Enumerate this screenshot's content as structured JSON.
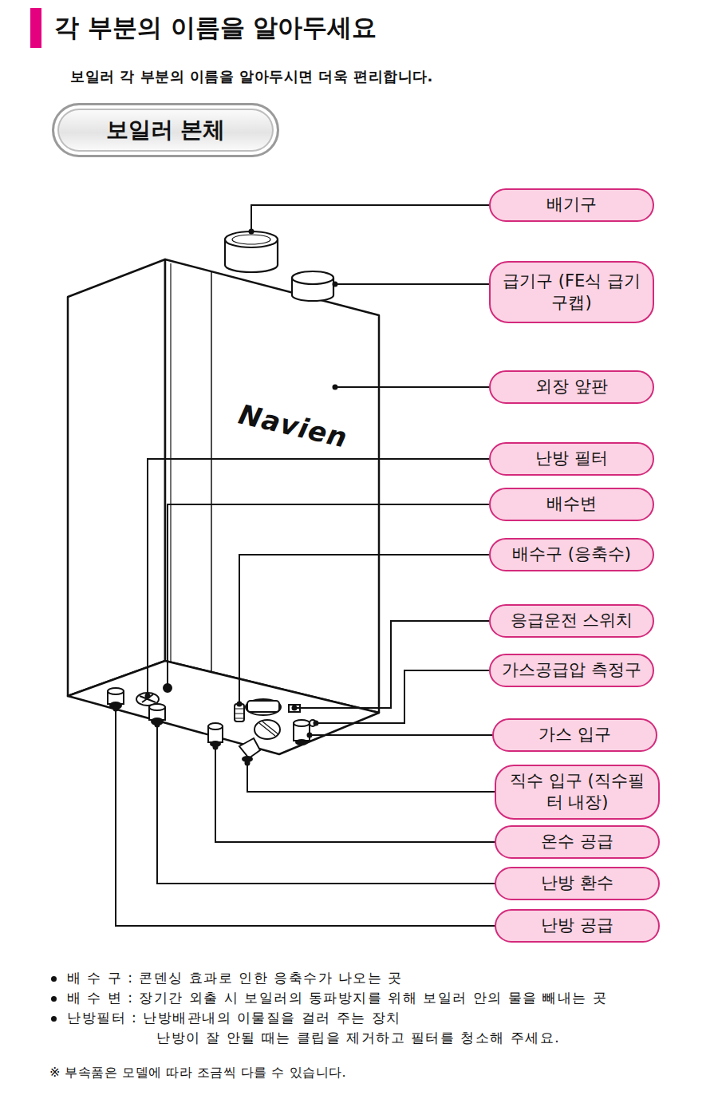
{
  "diagram": {
    "title": "각 부분의 이름을 알아두세요",
    "nodes": [
      {
        "text": [
          "보일러 본체"
        ]
      },
      {
        "text": [
          "배기구"
        ]
      },
      {
        "text": [
          "급기구 (FE식 급기구캡)"
        ]
      },
      {
        "text": [
          "외장 앞판"
        ]
      },
      {
        "text": [
          "난방 필터"
        ]
      },
      {
        "text": [
          "배수변"
        ]
      },
      {
        "text": [
          "배수구 (응축수)"
        ]
      },
      {
        "text": [
          "응급운전 스위치"
        ]
      },
      {
        "text": [
          "가스공급압 측정구"
        ]
      },
      {
        "text": [
          "가스 입구"
        ]
      },
      {
        "text": [
          "직수 입구 (직수필터 내장)"
        ]
      },
      {
        "text": [
          "온수 공급"
        ]
      },
      {
        "text": [
          "난방 환수"
        ]
      },
      {
        "text": [
          "난방 공급"
        ]
      }
    ],
    "labels": [
      "보일러 각 부분의 이름을 알아두시면 더욱 편리합니다.",
      "Navien",
      "배 수 구 : 콘덴싱 효과로 인한 응축수가 나오는 곳",
      "배 수 변 : 장기간 외출 시 보일러의 동파방지를 위해 보일러 안의 물을 빼내는 곳",
      "난방필터 : 난방배관내의 이물질을 걸러 주는 장치",
      "난방이 잘 안될 때는 클립을 제거하고 필터를 청소해 주세요.",
      "※ 부속품은 모델에 따라 조금씩 다를 수 있습니다."
    ]
  }
}
